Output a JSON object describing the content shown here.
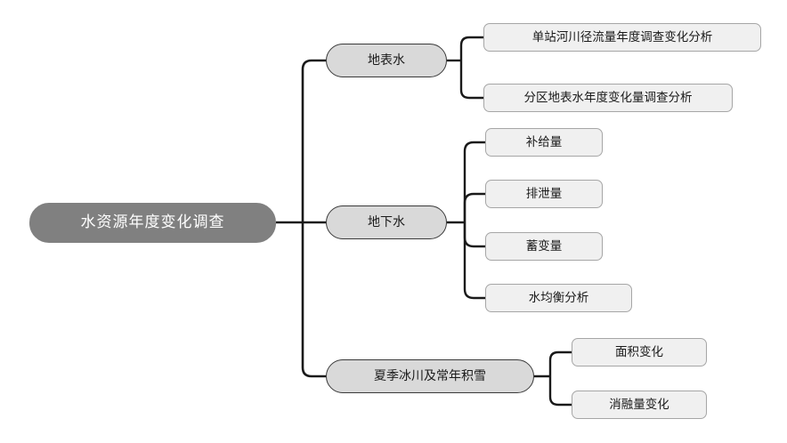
{
  "diagram": {
    "type": "mind-map",
    "orientation": "left-to-right",
    "title": "水资源年度变化调查",
    "colors": {
      "root_fill": "#808080",
      "root_text": "#ffffff",
      "level2_fill": "#d9d9d9",
      "level2_border": "#3a3a3a",
      "leaf_fill": "#f0f0f0",
      "leaf_border": "#a6a6a6",
      "connector": "#1a1a1a",
      "background": "#ffffff"
    },
    "root": {
      "label": "水资源年度变化调查"
    },
    "branches": [
      {
        "label": "地表水",
        "children": [
          {
            "label": "单站河川径流量年度调查变化分析"
          },
          {
            "label": "分区地表水年度变化量调查分析"
          }
        ]
      },
      {
        "label": "地下水",
        "children": [
          {
            "label": "补给量"
          },
          {
            "label": "排泄量"
          },
          {
            "label": "蓄变量"
          },
          {
            "label": "水均衡分析"
          }
        ]
      },
      {
        "label": "夏季冰川及常年积雪",
        "children": [
          {
            "label": "面积变化"
          },
          {
            "label": "消融量变化"
          }
        ]
      }
    ]
  }
}
